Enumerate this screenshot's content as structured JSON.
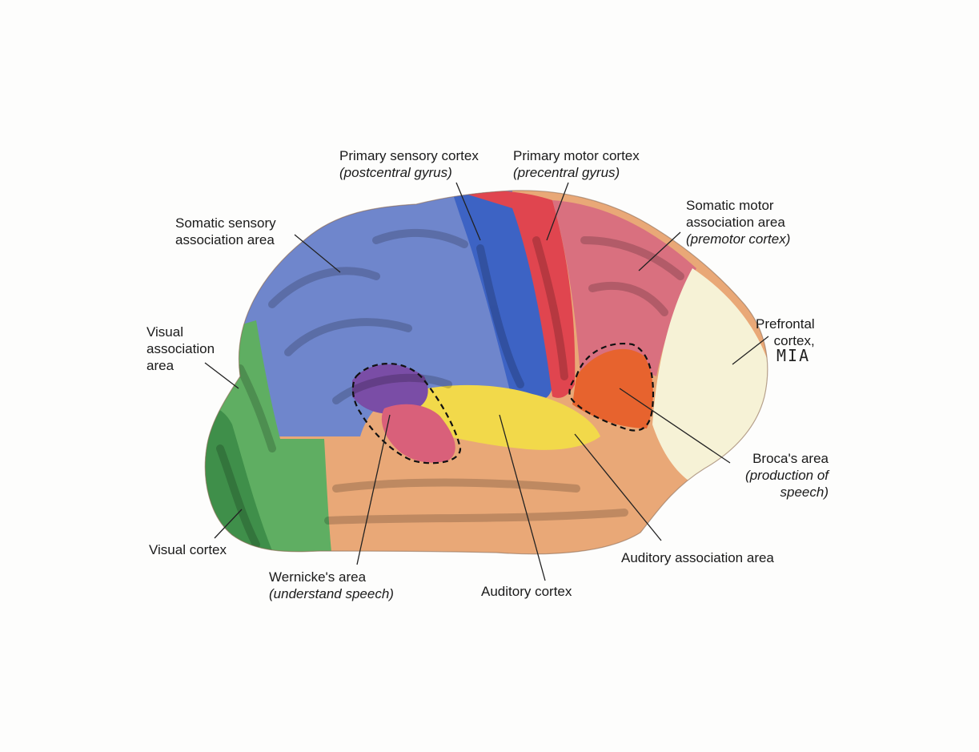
{
  "labels": {
    "primary_sensory": {
      "title": "Primary sensory cortex",
      "sub": "(postcentral gyrus)"
    },
    "primary_motor": {
      "title": "Primary motor cortex",
      "sub": "(precentral gyrus)"
    },
    "somatic_sensory_assoc": {
      "line1": "Somatic sensory",
      "line2": "association area"
    },
    "somatic_motor_assoc": {
      "line1": "Somatic motor",
      "line2": "association area",
      "sub": "(premotor cortex)"
    },
    "visual_assoc": {
      "line1": "Visual",
      "line2": "association",
      "line3": "area"
    },
    "prefrontal": {
      "line1": "Prefrontal",
      "line2": "cortex,",
      "handwritten": "MIA"
    },
    "broca": {
      "title": "Broca's area",
      "sub1": "(production of",
      "sub2": "speech)"
    },
    "visual_cortex": {
      "title": "Visual cortex"
    },
    "wernicke": {
      "title": "Wernicke's area",
      "sub": "(understand speech)"
    },
    "auditory_cortex": {
      "title": "Auditory cortex"
    },
    "auditory_assoc": {
      "title": "Auditory association area"
    }
  },
  "region_colors": {
    "sensory_blue": "#6f86cc",
    "primary_sensory_blue": "#3d63c4",
    "motor_red": "#e0454f",
    "premotor_pink": "#d9707f",
    "prefrontal_cream": "#f6f2d6",
    "visual_green": "#5fae62",
    "visual_cortex_green": "#3f8f4a",
    "temporal_orange": "#e9a877",
    "auditory_yellow": "#f2d94a",
    "wernicke_purple": "#7a4da6",
    "wernicke_pink": "#d9607a",
    "broca_orange": "#e7632e"
  }
}
